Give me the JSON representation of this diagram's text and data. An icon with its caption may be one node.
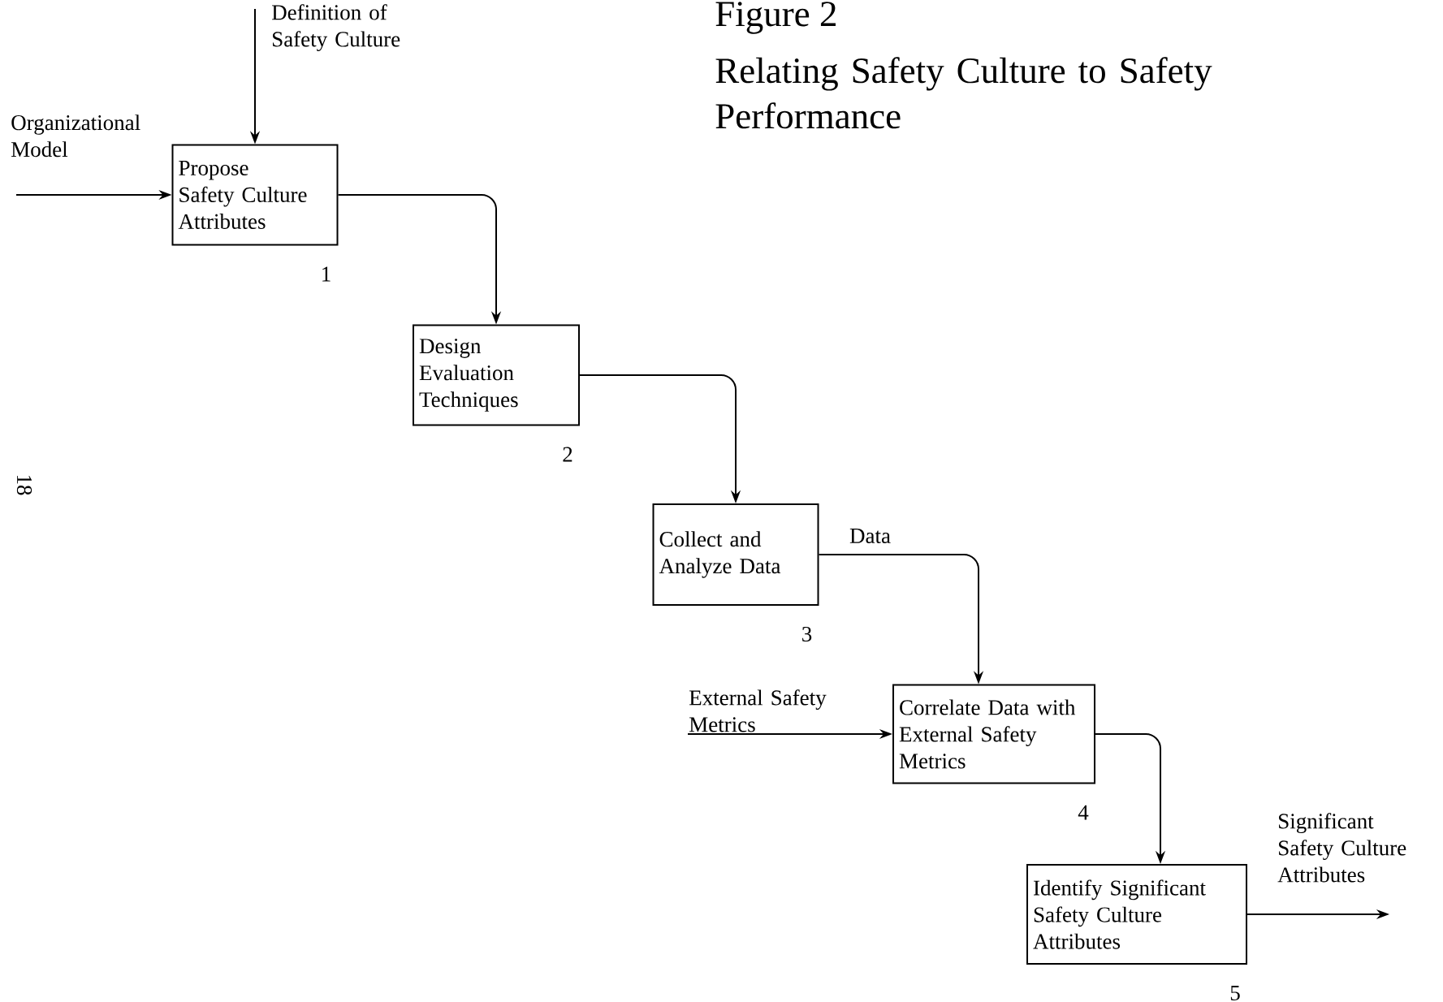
{
  "diagram": {
    "title": "Relating Safety Culture to Safety Performance",
    "nodes": [
      {
        "text": [
          "Propose Safety Culture Attributes"
        ],
        "beside": [
          "1"
        ]
      },
      {
        "text": [
          "Design Evaluation Techniques"
        ],
        "beside": [
          "2"
        ]
      },
      {
        "text": [
          "Collect and Analyze Data"
        ],
        "beside": [
          "3"
        ]
      },
      {
        "text": [
          "Correlate Data with External Safety Metrics"
        ],
        "beside": [
          "4"
        ]
      },
      {
        "text": [
          "Identify Significant Safety Culture Attributes"
        ],
        "beside": [
          "5"
        ]
      }
    ],
    "edges": [
      {
        "from": null,
        "to": 0,
        "arrow": "to",
        "label": "Definition of Safety Culture"
      },
      {
        "from": null,
        "to": 0,
        "arrow": "to",
        "label": "Organizational Model"
      },
      {
        "from": 0,
        "to": 1,
        "arrow": "to"
      },
      {
        "from": 1,
        "to": 2,
        "arrow": "to"
      },
      {
        "from": 2,
        "to": 3,
        "arrow": "to",
        "label": "Data"
      },
      {
        "from": null,
        "to": 3,
        "arrow": "to",
        "label": "External Safety Metrics"
      },
      {
        "from": 3,
        "to": 4,
        "arrow": "to"
      },
      {
        "from": 4,
        "to": null,
        "arrow": "to",
        "label": "Significant Safety Culture Attributes"
      }
    ],
    "labels": [
      "Figure 2",
      "18"
    ]
  }
}
